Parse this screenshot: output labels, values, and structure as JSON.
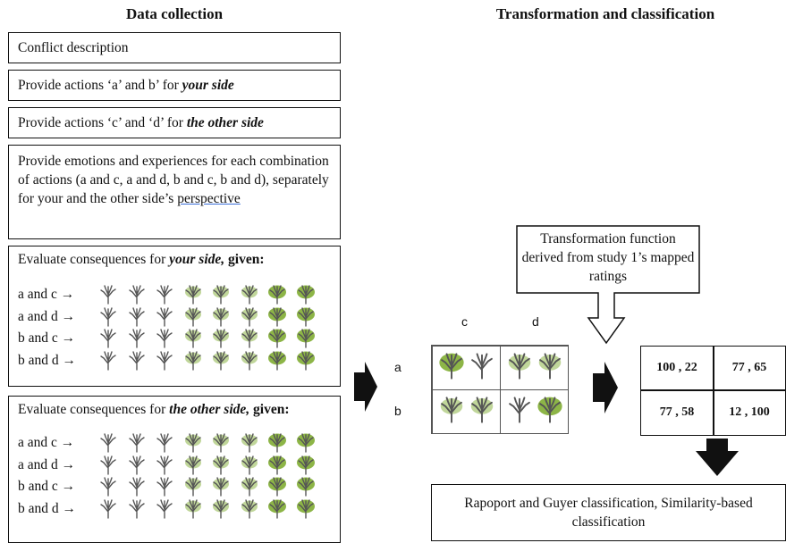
{
  "headings": {
    "left": "Data collection",
    "right": "Transformation and classification"
  },
  "steps": {
    "conflict": "Conflict description",
    "your_actions_prefix": "Provide actions ‘a’ and b’ for ",
    "your_actions_emph": "your side",
    "other_actions_prefix": "Provide actions ‘c’ and ‘d’ for ",
    "other_actions_emph": "the other side",
    "emotions_main": "Provide emotions and experiences for each combination of actions (a and c, a and d, b and c, b and d), separately for your and the other side’s ",
    "emotions_last": "perspective"
  },
  "evaluate_your": {
    "prefix": "Evaluate consequences for ",
    "emph": "your side,",
    "suffix": " given:",
    "rows": [
      "a and c →",
      "a and d →",
      "b and c →",
      "b and d →"
    ]
  },
  "evaluate_other": {
    "prefix": "Evaluate consequences for ",
    "emph": "the other side,",
    "suffix": " given:",
    "rows": [
      "a and c →",
      "a and d →",
      "b and c →",
      "b and d →"
    ]
  },
  "matrix": {
    "col_labels": [
      "c",
      "d"
    ],
    "row_labels": [
      "a",
      "b"
    ]
  },
  "transformation_callout": "Transformation function derived from study 1’s mapped ratings",
  "payoffs": {
    "cells": [
      "100 , 22",
      "77 , 65",
      "77 , 58",
      "12 , 100"
    ]
  },
  "classification": "Rapoport and Guyer classification, Similarity-based classification",
  "colors": {
    "tree_dead": "#555555",
    "tree_green": "#8db547",
    "border": "#111111"
  }
}
